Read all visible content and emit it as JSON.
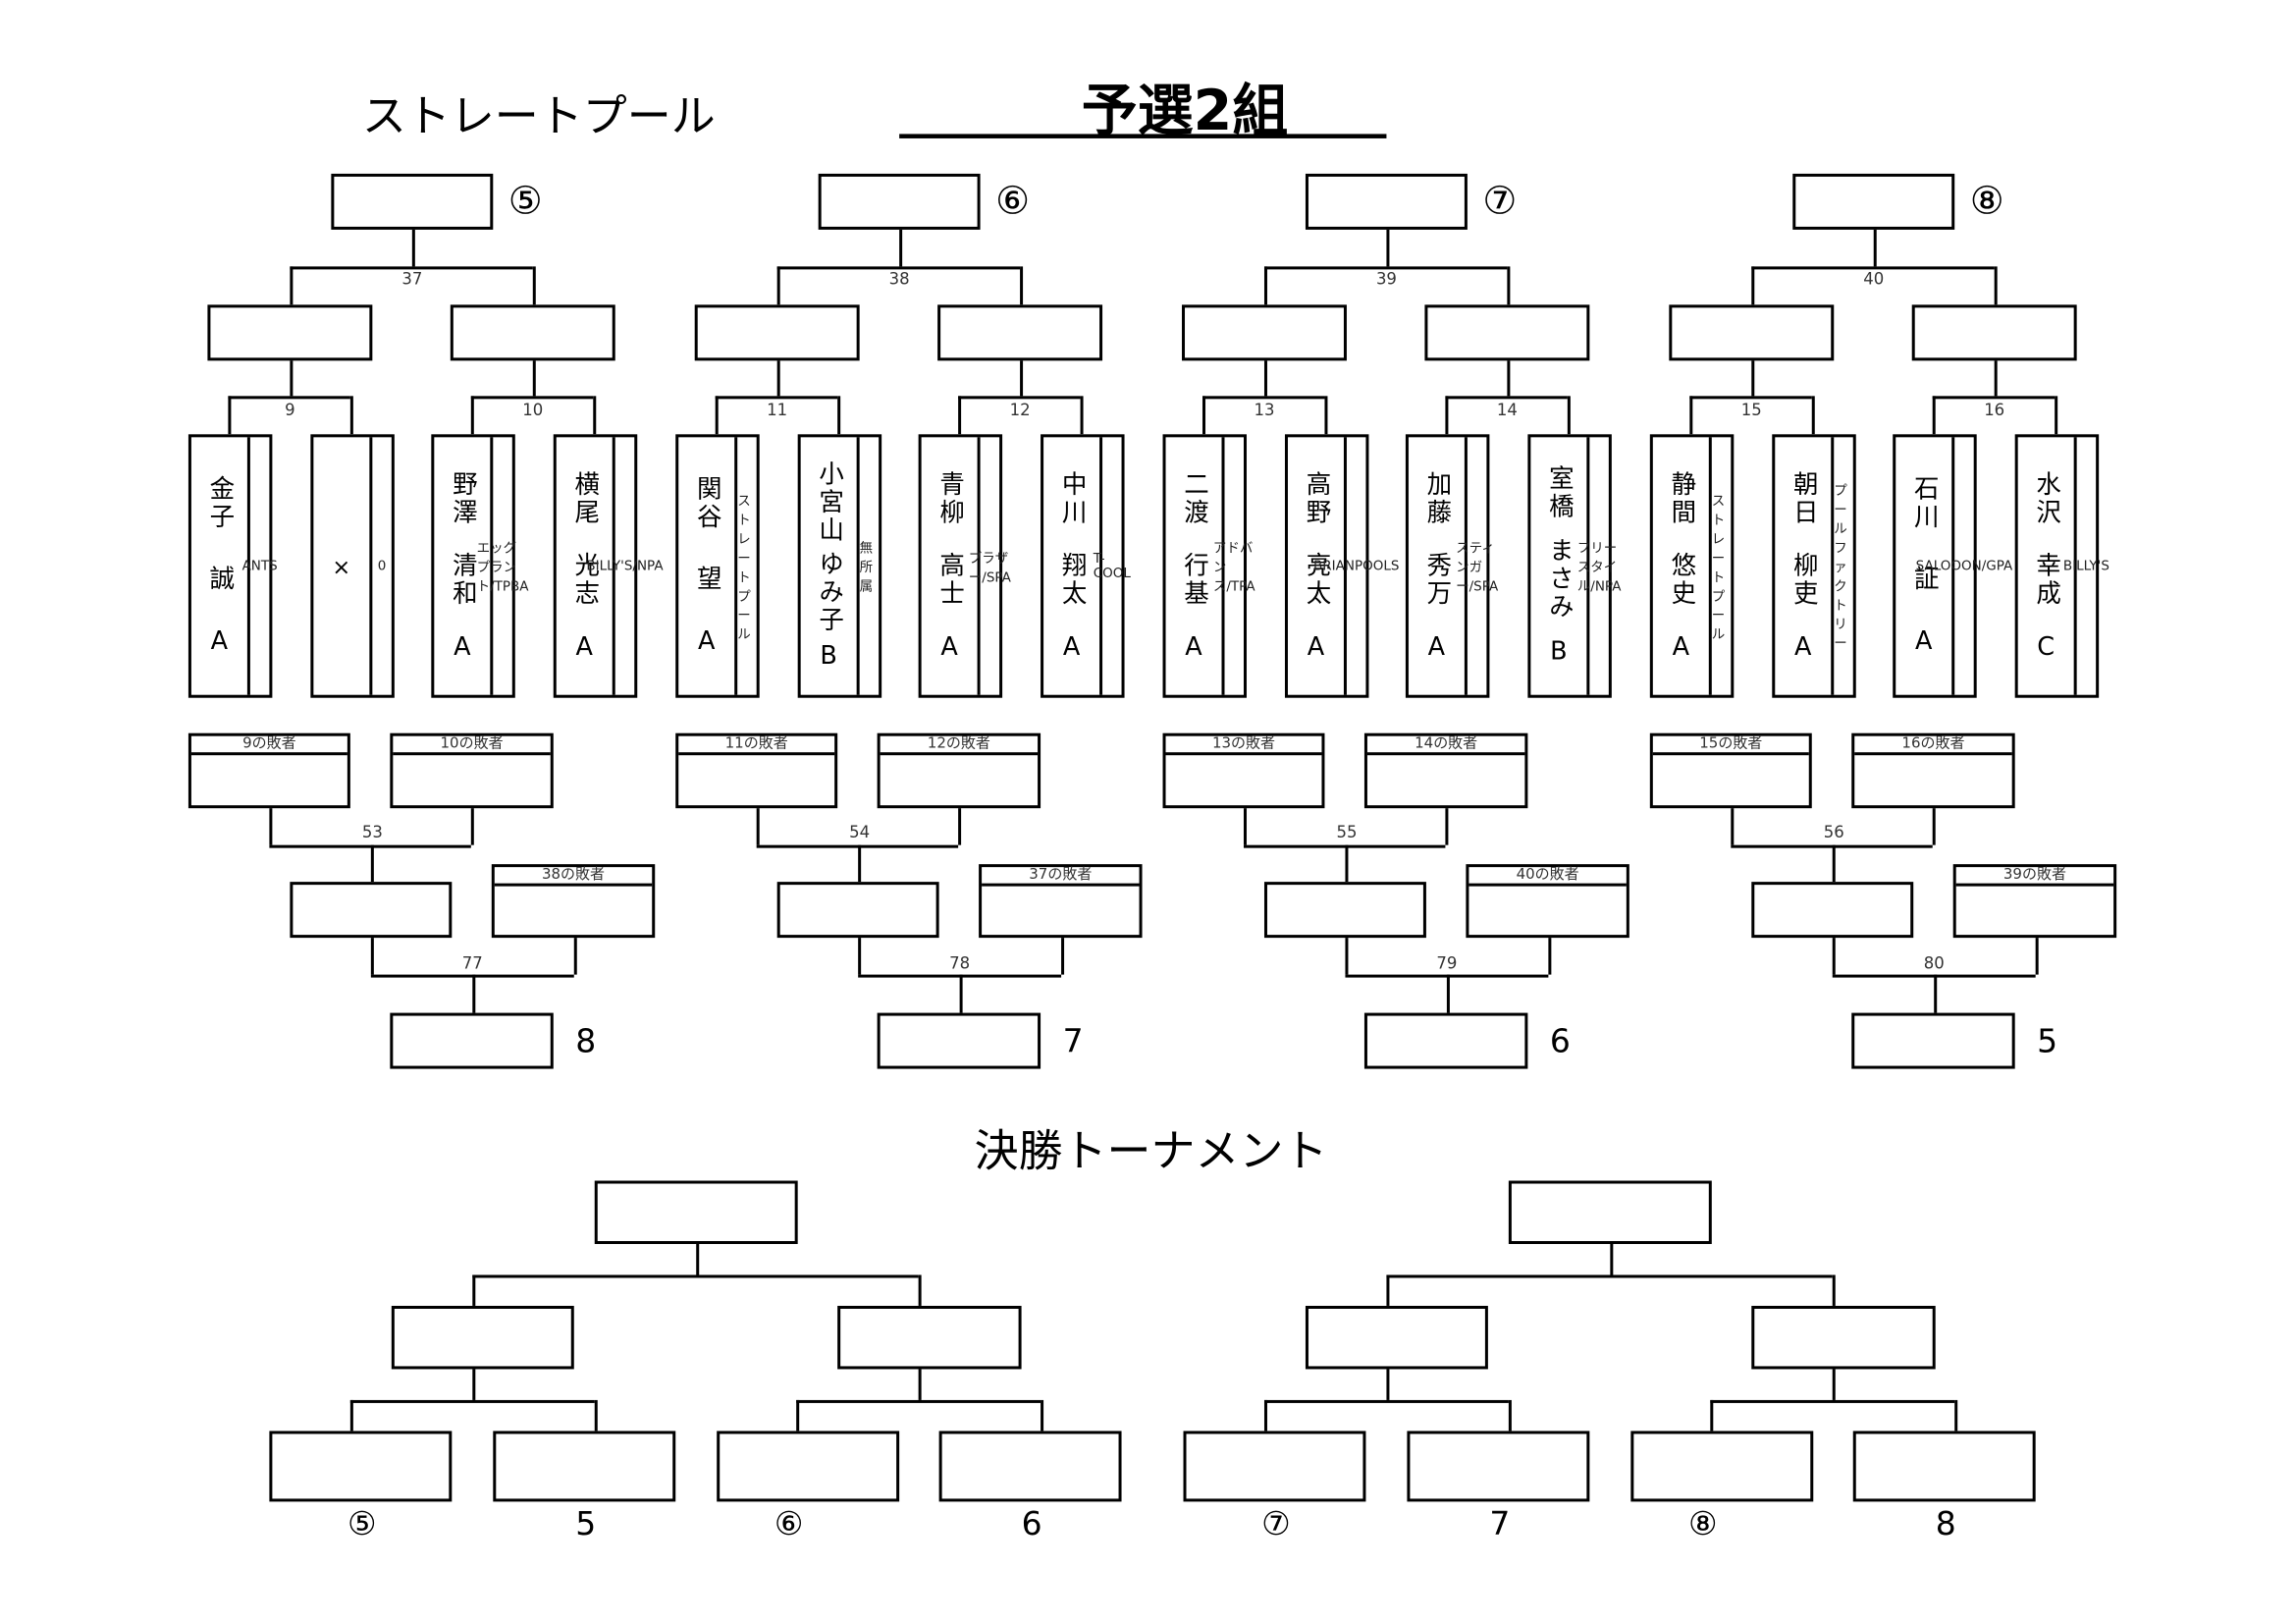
{
  "header": {
    "venue": "ストレートプール",
    "title": "予選2組"
  },
  "groups": [
    {
      "winner_label": "⑤",
      "semi_match": "37",
      "qf_matches": [
        "9",
        "10"
      ],
      "players": [
        {
          "family": "金子",
          "given": "誠",
          "rank": "A",
          "club": "ANTS"
        },
        {
          "family": "",
          "given": "×",
          "rank": "",
          "club": "0",
          "bye": true
        },
        {
          "family": "野澤",
          "given": "清和",
          "rank": "A",
          "club": "エッグプラント/TPBA"
        },
        {
          "family": "横尾",
          "given": "光志",
          "rank": "A",
          "club": "BILLY'S/NPA"
        }
      ],
      "loser_labels": [
        "9の敗者",
        "10の敗者"
      ],
      "cons_match": "53",
      "semi_loser_label": "38の敗者",
      "final_match": "77",
      "place": "8"
    },
    {
      "winner_label": "⑥",
      "semi_match": "38",
      "qf_matches": [
        "11",
        "12"
      ],
      "players": [
        {
          "family": "関谷",
          "given": "望",
          "rank": "A",
          "club": "ストレートプール"
        },
        {
          "family": "小宮山",
          "given": "ゆみ子",
          "rank": "B",
          "club": "無所属"
        },
        {
          "family": "青柳",
          "given": "高士",
          "rank": "A",
          "club": "ブラザー/SPA"
        },
        {
          "family": "中川",
          "given": "翔太",
          "rank": "A",
          "club": "T-COOL"
        }
      ],
      "loser_labels": [
        "11の敗者",
        "12の敗者"
      ],
      "cons_match": "54",
      "semi_loser_label": "37の敗者",
      "final_match": "78",
      "place": "7"
    },
    {
      "winner_label": "⑦",
      "semi_match": "39",
      "qf_matches": [
        "13",
        "14"
      ],
      "players": [
        {
          "family": "二渡",
          "given": "行基",
          "rank": "A",
          "club": "アドバンス/TPA"
        },
        {
          "family": "高野",
          "given": "亮太",
          "rank": "A",
          "club": "BRIANPOOLS"
        },
        {
          "family": "加藤",
          "given": "秀万",
          "rank": "A",
          "club": "スティンガー/SPA"
        },
        {
          "family": "室橋",
          "given": "まさみ",
          "rank": "B",
          "club": "フリースタイル/NPA"
        }
      ],
      "loser_labels": [
        "13の敗者",
        "14の敗者"
      ],
      "cons_match": "55",
      "semi_loser_label": "40の敗者",
      "final_match": "79",
      "place": "6"
    },
    {
      "winner_label": "⑧",
      "semi_match": "40",
      "qf_matches": [
        "15",
        "16"
      ],
      "players": [
        {
          "family": "静間",
          "given": "悠史",
          "rank": "A",
          "club": "ストレートプール"
        },
        {
          "family": "朝日",
          "given": "柳吏",
          "rank": "A",
          "club": "プールファクトリー"
        },
        {
          "family": "石川",
          "given": "証",
          "rank": "A",
          "club": "SALOOON/GPA"
        },
        {
          "family": "水沢",
          "given": "幸成",
          "rank": "C",
          "club": "BILLY'S"
        }
      ],
      "loser_labels": [
        "15の敗者",
        "16の敗者"
      ],
      "cons_match": "56",
      "semi_loser_label": "39の敗者",
      "final_match": "80",
      "place": "5"
    }
  ],
  "finals": {
    "title": "決勝トーナメント",
    "seed_labels": [
      [
        "⑤",
        "5",
        "⑥",
        "6"
      ],
      [
        "⑦",
        "7",
        "⑧",
        "8"
      ]
    ]
  }
}
